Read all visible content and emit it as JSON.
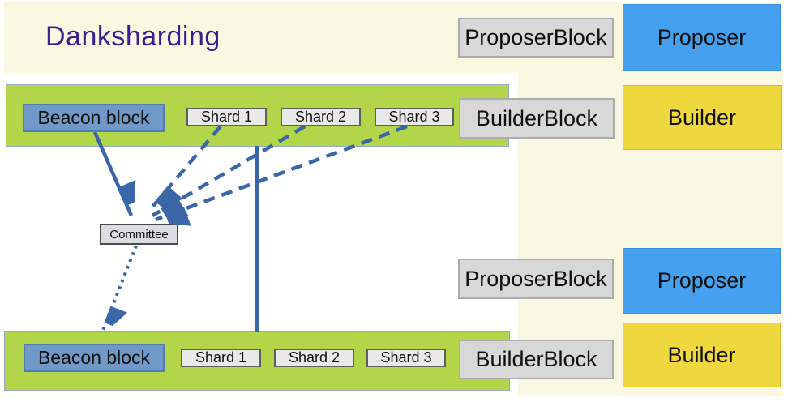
{
  "title": "Danksharding",
  "colors": {
    "background_cream": "#FBF8E1",
    "canvas_white": "#FFFFFF",
    "bar_green": "#B3D54A",
    "beacon_blue": "#7099C8",
    "proposer_blue": "#45A0F0",
    "builder_yellow": "#EFD73E",
    "block_gray": "#D8D8D8",
    "shard_gray": "#E9E9E9",
    "arrow_blue": "#3A67A8",
    "title_purple": "#3C1E92"
  },
  "committee": {
    "label": "Committee"
  },
  "rows": {
    "top": {
      "beacon": "Beacon block",
      "shards": [
        "Shard 1",
        "Shard 2",
        "Shard 3"
      ],
      "proposer_block": "ProposerBlock",
      "proposer": "Proposer",
      "builder_block": "BuilderBlock",
      "builder": "Builder"
    },
    "bottom": {
      "beacon": "Beacon block",
      "shards": [
        "Shard 1",
        "Shard 2",
        "Shard 3"
      ],
      "proposer_block": "ProposerBlock",
      "proposer": "Proposer",
      "builder_block": "BuilderBlock",
      "builder": "Builder"
    }
  },
  "arrows": {
    "beacon_to_committee": "solid",
    "shards_to_committee": "dashed",
    "committee_to_next_beacon": "dotted",
    "slot_link": "solid-vertical"
  }
}
